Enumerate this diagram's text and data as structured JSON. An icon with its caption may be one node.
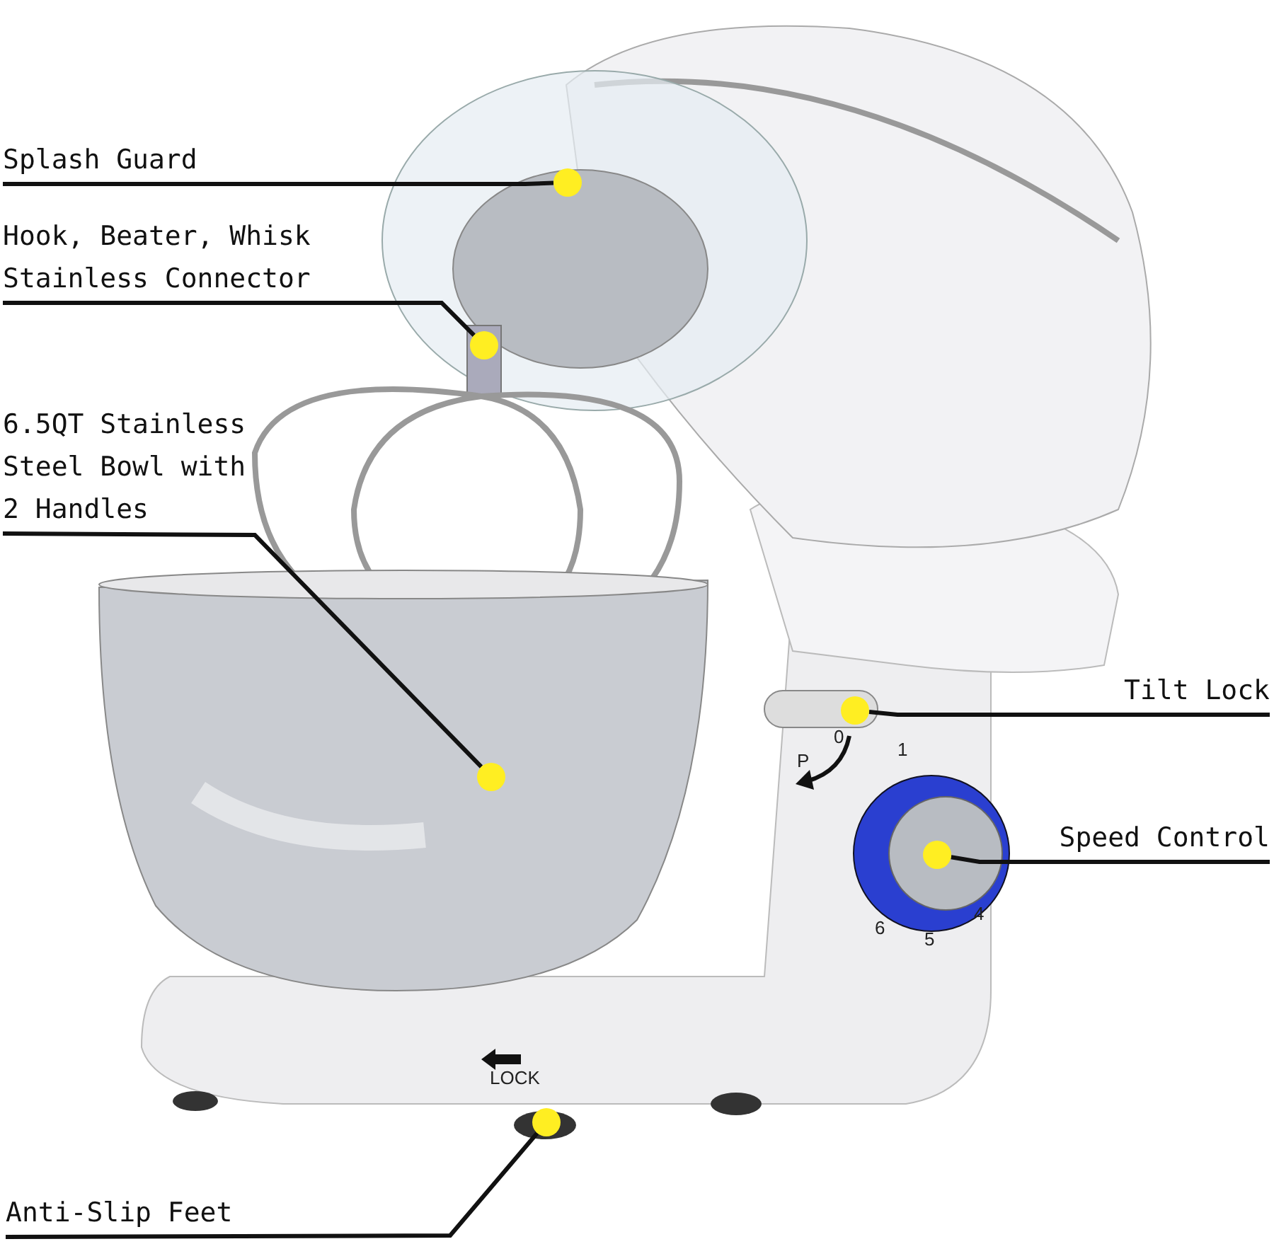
{
  "diagram": {
    "nodes": [
      {
        "text": [
          "Splash Guard"
        ]
      },
      {
        "text": [
          "Hook, Beater, Whisk Stainless Connector"
        ]
      },
      {
        "text": [
          "6.5QT Stainless Steel Bowl with 2 Handles"
        ]
      },
      {
        "text": [
          "Tilt Lock"
        ]
      },
      {
        "text": [
          "Speed Control"
        ]
      },
      {
        "text": [
          "Anti-Slip Feet"
        ]
      },
      {
        "text": [],
        "shape": "circle"
      },
      {
        "text": [],
        "shape": "circle"
      },
      {
        "text": [],
        "shape": "circle"
      },
      {
        "text": [],
        "shape": "circle"
      },
      {
        "text": [],
        "shape": "circle"
      },
      {
        "text": [],
        "shape": "circle"
      }
    ],
    "edges": [
      {
        "from": 0,
        "to": 6,
        "arrow": "none"
      },
      {
        "from": 1,
        "to": 7,
        "arrow": "none"
      },
      {
        "from": 2,
        "to": 8,
        "arrow": "none"
      },
      {
        "from": 3,
        "to": 9,
        "arrow": "none"
      },
      {
        "from": 4,
        "to": 10,
        "arrow": "none"
      },
      {
        "from": 5,
        "to": 11,
        "arrow": "none"
      }
    ],
    "labels": [
      "0",
      "1",
      "P",
      "4",
      "6",
      "5",
      "LOCK"
    ]
  }
}
